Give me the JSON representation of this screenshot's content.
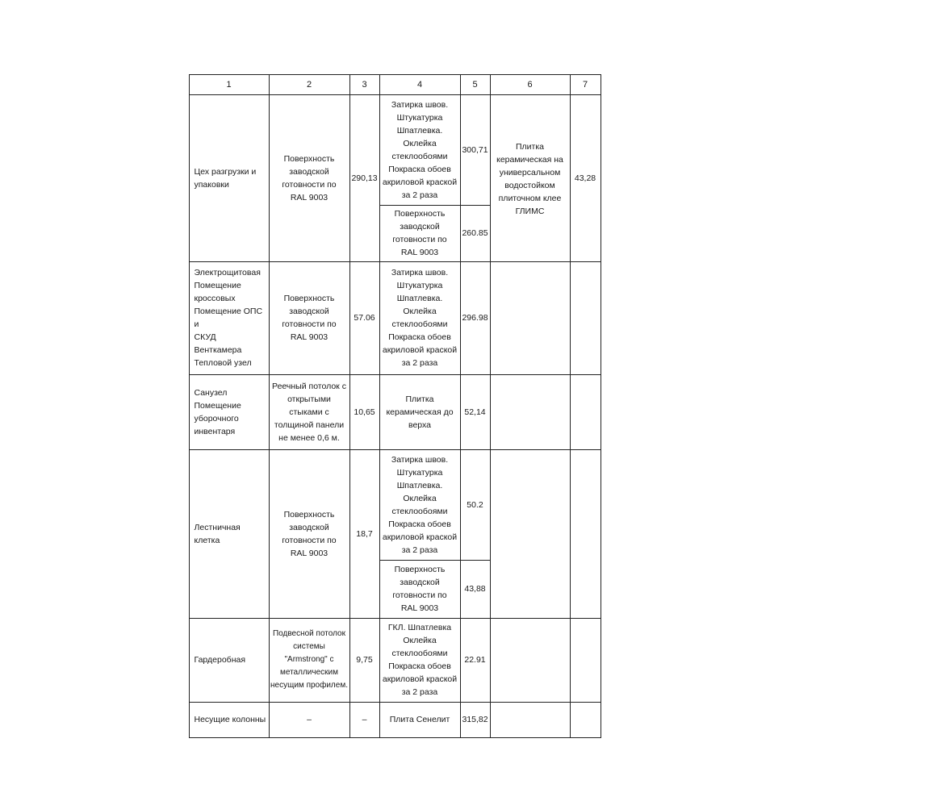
{
  "header": [
    "1",
    "2",
    "3",
    "4",
    "5",
    "6",
    "7"
  ],
  "rows": [
    {
      "room": "Цех разгрузки и\nупаковки",
      "ceiling": "Поверхность\nзаводской\nготовности по\nRAL 9003",
      "ceiling_area": "290,13",
      "walls": [
        {
          "finish": "Затирка швов.\nШтукатурка\nШпатлевка.\nОклейка\nстеклообоями\nПокраска обоев\nакриловой краской\nза 2 раза",
          "area": "300,71"
        },
        {
          "finish": "Поверхность\nзаводской\nготовности по\nRAL 9003",
          "area": "260.85"
        }
      ],
      "floor": "Плитка\nкерамическая на\nуниверсальном\nводостойком\nплиточном клее\nГЛИМС",
      "floor_area": "43,28"
    },
    {
      "room": "Электрощитовая\nПомещение\nкроссовых\nПомещение ОПС и\nСКУД\nВенткамера\nТепловой узел",
      "ceiling": "Поверхность\nзаводской\nготовности по\nRAL 9003",
      "ceiling_area": "57.06",
      "walls": [
        {
          "finish": "Затирка швов.\nШтукатурка\nШпатлевка.\nОклейка\nстеклообоями\nПокраска обоев\nакриловой краской\nза 2 раза",
          "area": "296.98"
        }
      ]
    },
    {
      "room": "Санузел\nПомещение\nуборочного\nинвентаря",
      "ceiling": "Реечный потолок с\nоткрытыми\nстыками с\nтолщиной панели\nне менее 0,6 м.",
      "ceiling_area": "10,65",
      "walls": [
        {
          "finish": "Плитка\nкерамическая до\nверха",
          "area": "52,14"
        }
      ]
    },
    {
      "room": "Лестничная\nклетка",
      "ceiling": "Поверхность\nзаводской\nготовности по\nRAL 9003",
      "ceiling_area": "18,7",
      "walls": [
        {
          "finish": "Затирка швов.\nШтукатурка\nШпатлевка.\nОклейка\nстеклообоями\nПокраска обоев\nакриловой краской\nза 2 раза",
          "area": "50.2"
        },
        {
          "finish": "Поверхность\nзаводской\nготовности по\nRAL 9003",
          "area": "43,88"
        }
      ]
    },
    {
      "room": "Гардеробная",
      "ceiling": "Подвесной потолок\nсистемы\n\"Armstrong\" с\nметаллическим\nнесущим профилем.",
      "ceiling_area": "9,75",
      "walls": [
        {
          "finish": "ГКЛ. Шпатлевка\nОклейка\nстеклообоями\nПокраска обоев\nакриловой краской\nза 2 раза",
          "area": "22.91"
        }
      ]
    },
    {
      "room": "Несущие колонны",
      "ceiling": "–",
      "ceiling_area": "–",
      "walls": [
        {
          "finish": "Плита Сенелит",
          "area": "315,82"
        }
      ]
    }
  ]
}
